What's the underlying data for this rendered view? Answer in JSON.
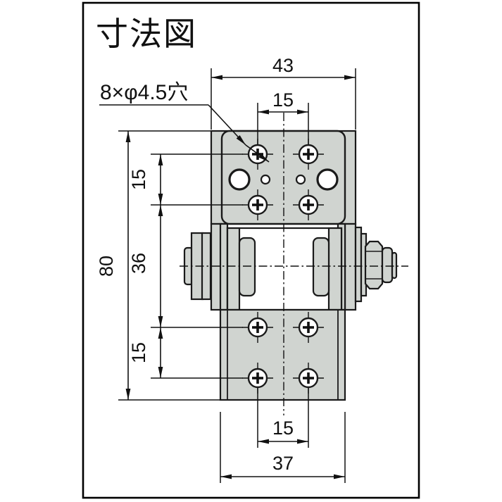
{
  "title": "寸法図",
  "hole_note": "8×φ4.5穴",
  "dims": {
    "top_width": "43",
    "top_hole_pitch": "15",
    "overall_height": "80",
    "upper_hole_pitch": "15",
    "mid_height": "36",
    "lower_hole_pitch": "15",
    "bottom_hole_pitch": "15",
    "bottom_width": "37"
  },
  "colors": {
    "metal_fill": "#d0d4d0",
    "outline": "#1a1a1a",
    "dimension_line": "#111111",
    "background": "#ffffff"
  }
}
